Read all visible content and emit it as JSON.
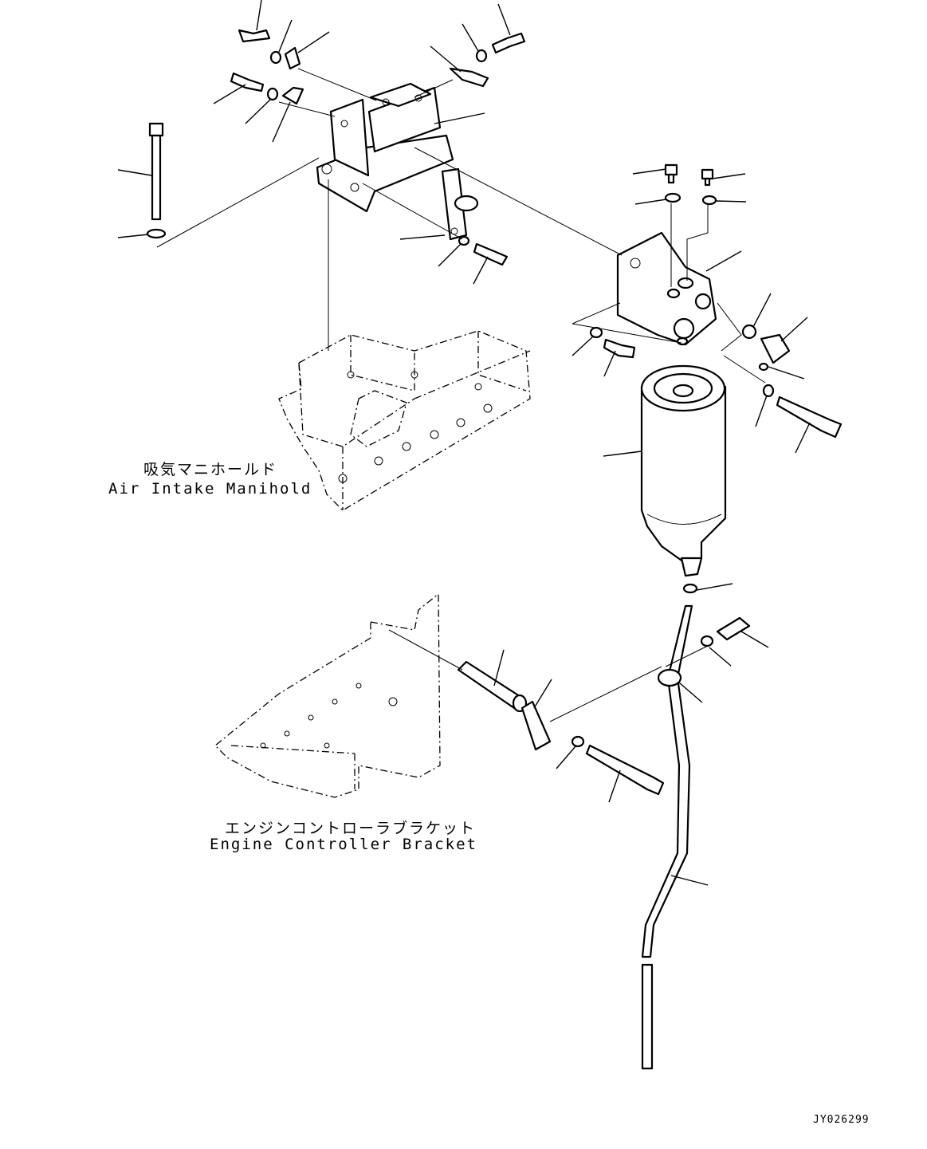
{
  "labels": {
    "manifold_jp": "吸気マニホールド",
    "manifold_en": "Air Intake Manihold",
    "bracket_jp": "エンジンコントローラブラケット",
    "bracket_en": "Engine Controller Bracket"
  },
  "drawing_code": "JY026299"
}
